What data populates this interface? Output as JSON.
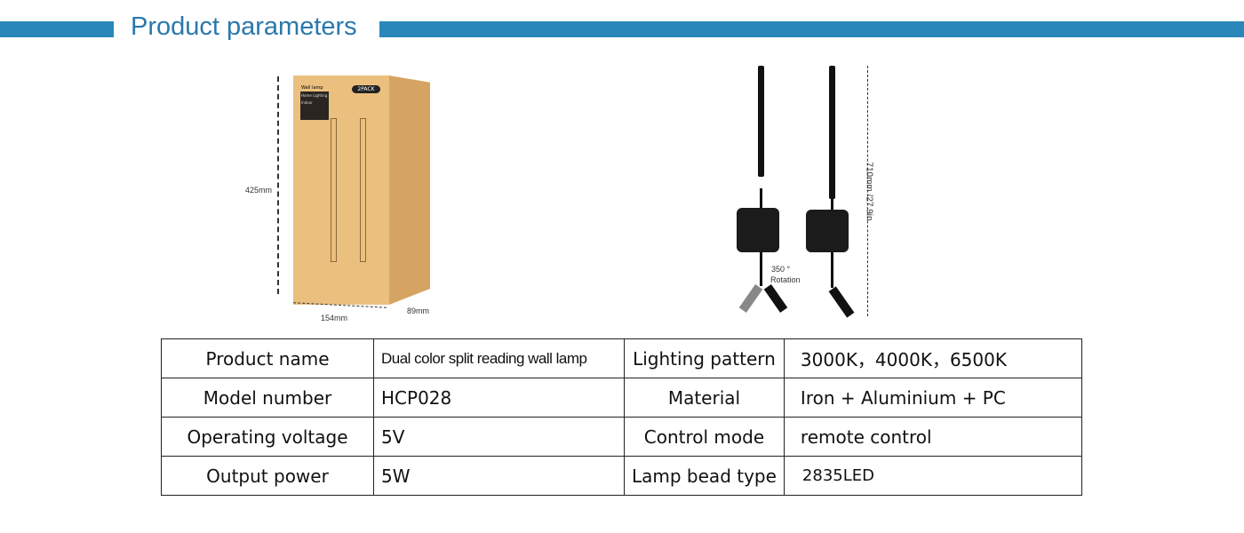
{
  "header": {
    "title": "Product parameters",
    "accent": "#2a87b9"
  },
  "box": {
    "label": "Wall lamp",
    "pack": "2PACK",
    "sub": "Home Lighting",
    "indoor": "Indoor",
    "height": "425mm",
    "width": "154mm",
    "depth": "89mm"
  },
  "lamp": {
    "rotation": "350 °",
    "rotation_label": "Rotation",
    "length": "710mm /27.9in"
  },
  "specs": [
    {
      "k1": "Product name",
      "v1": "Dual color split reading wall lamp",
      "k2": "Lighting pattern",
      "v2": "3000K，4000K，6500K"
    },
    {
      "k1": "Model number",
      "v1": "HCP028",
      "k2": "Material",
      "v2": "Iron + Aluminium + PC"
    },
    {
      "k1": "Operating voltage",
      "v1": "5V",
      "k2": "Control mode",
      "v2": "remote control"
    },
    {
      "k1": "Output power",
      "v1": "5W",
      "k2": "Lamp bead type",
      "v2": "2835LED"
    }
  ]
}
